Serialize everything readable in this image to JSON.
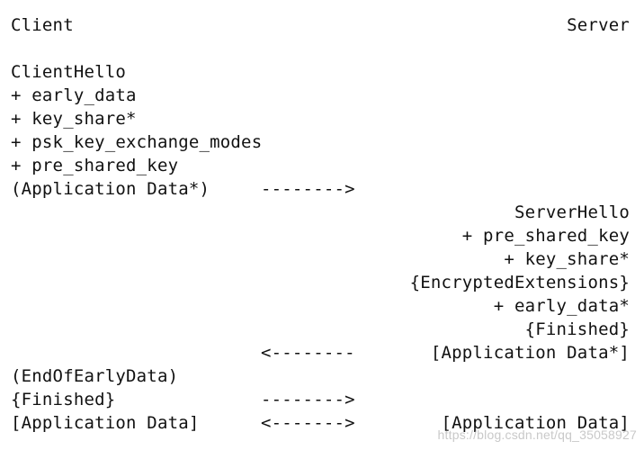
{
  "header": {
    "client": "Client",
    "server": "Server"
  },
  "client_hello": {
    "title": "ClientHello",
    "ext1": "+ early_data",
    "ext2": "+ key_share*",
    "ext3": "+ psk_key_exchange_modes",
    "ext4": "+ pre_shared_key",
    "app_data": "(Application Data*)"
  },
  "arrows": {
    "to_server_1": "-------->",
    "to_client": "<--------",
    "to_server_2": "-------->",
    "bidirectional": "<------->"
  },
  "server_hello": {
    "title": "ServerHello",
    "ext1": "+ pre_shared_key",
    "ext2": "+ key_share*",
    "encrypted_extensions": "{EncryptedExtensions}",
    "early_data": "+ early_data*",
    "finished": "{Finished}",
    "app_data": "[Application Data*]"
  },
  "client_end": {
    "end_of_early_data": "(EndOfEarlyData)",
    "finished": "{Finished}",
    "app_data": "[Application Data]"
  },
  "server_end": {
    "app_data": "[Application Data]"
  },
  "watermark": "https://blog.csdn.net/qq_35058927"
}
